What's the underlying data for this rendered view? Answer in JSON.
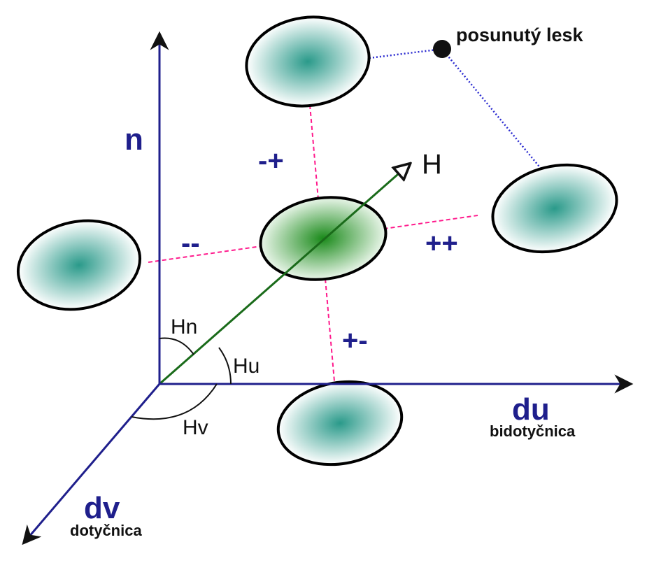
{
  "colors": {
    "axis": "#1f1f8c",
    "axis_label": "#1f1f8c",
    "guide_lines": "#ff1a8c",
    "h_vector": "#1a6b1a",
    "dotted_link": "#2a2ad0",
    "lobe_center": "#2a9a8a",
    "center_lobe": "#1a8a1a",
    "outline": "#000000",
    "text": "#111111"
  },
  "axes": {
    "n": {
      "label": "n"
    },
    "du": {
      "label": "du",
      "sublabel": "bidotyčnica"
    },
    "dv": {
      "label": "dv",
      "sublabel": "dotyčnica"
    }
  },
  "vector": {
    "label": "H"
  },
  "angles": {
    "hn": "Hn",
    "hu": "Hu",
    "hv": "Hv"
  },
  "quadrants": {
    "mm": "--",
    "pp": "++",
    "mp": "-+",
    "pm": "+-"
  },
  "shifted_highlight": {
    "label": "posunutý lesk"
  }
}
